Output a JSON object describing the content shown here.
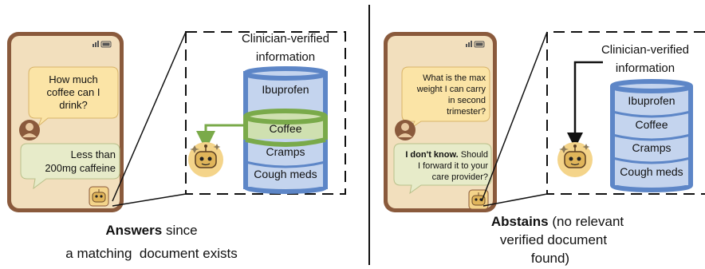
{
  "colors": {
    "phone_body": "#f2dfbd",
    "phone_frame": "#8a5a3c",
    "phone_border": "#c99a6a",
    "bubble_user": "#fbe4a6",
    "bubble_bot": "#e7ebc9",
    "db_fill": "#c4d4ee",
    "db_stroke": "#5d86c7",
    "match_fill": "#cfe0b0",
    "match_stroke": "#7aaa4a",
    "arrow_green": "#7aaa4a",
    "bot_face": "#e0b55a"
  },
  "left_panel": {
    "phone": {
      "question": [
        "How much",
        "coffee can I",
        "drink?"
      ],
      "answer": [
        "Less than",
        "200mg caffeine"
      ]
    },
    "db_title": [
      "Clinician-verified",
      "information"
    ],
    "db_items": [
      "Ibuprofen",
      "Coffee",
      "Cramps",
      "Cough meds"
    ],
    "matched_item": "Coffee",
    "caption": {
      "bold": "Answers",
      "rest_line1": " since",
      "line2": "a matching  document exists"
    }
  },
  "right_panel": {
    "phone": {
      "question": [
        "What is the max",
        "weight I can carry",
        "in second",
        "trimester?"
      ],
      "answer_bold": "I don't know.",
      "answer_rest": [
        " Should",
        "I forward it to your",
        "care provider?"
      ]
    },
    "db_title": [
      "Clinician-verified",
      "information"
    ],
    "db_items": [
      "Ibuprofen",
      "Coffee",
      "Cramps",
      "Cough meds"
    ],
    "caption": {
      "bold": "Abstains",
      "rest_line1": " (no relevant",
      "line2": "verified document",
      "line3": "found)"
    }
  }
}
